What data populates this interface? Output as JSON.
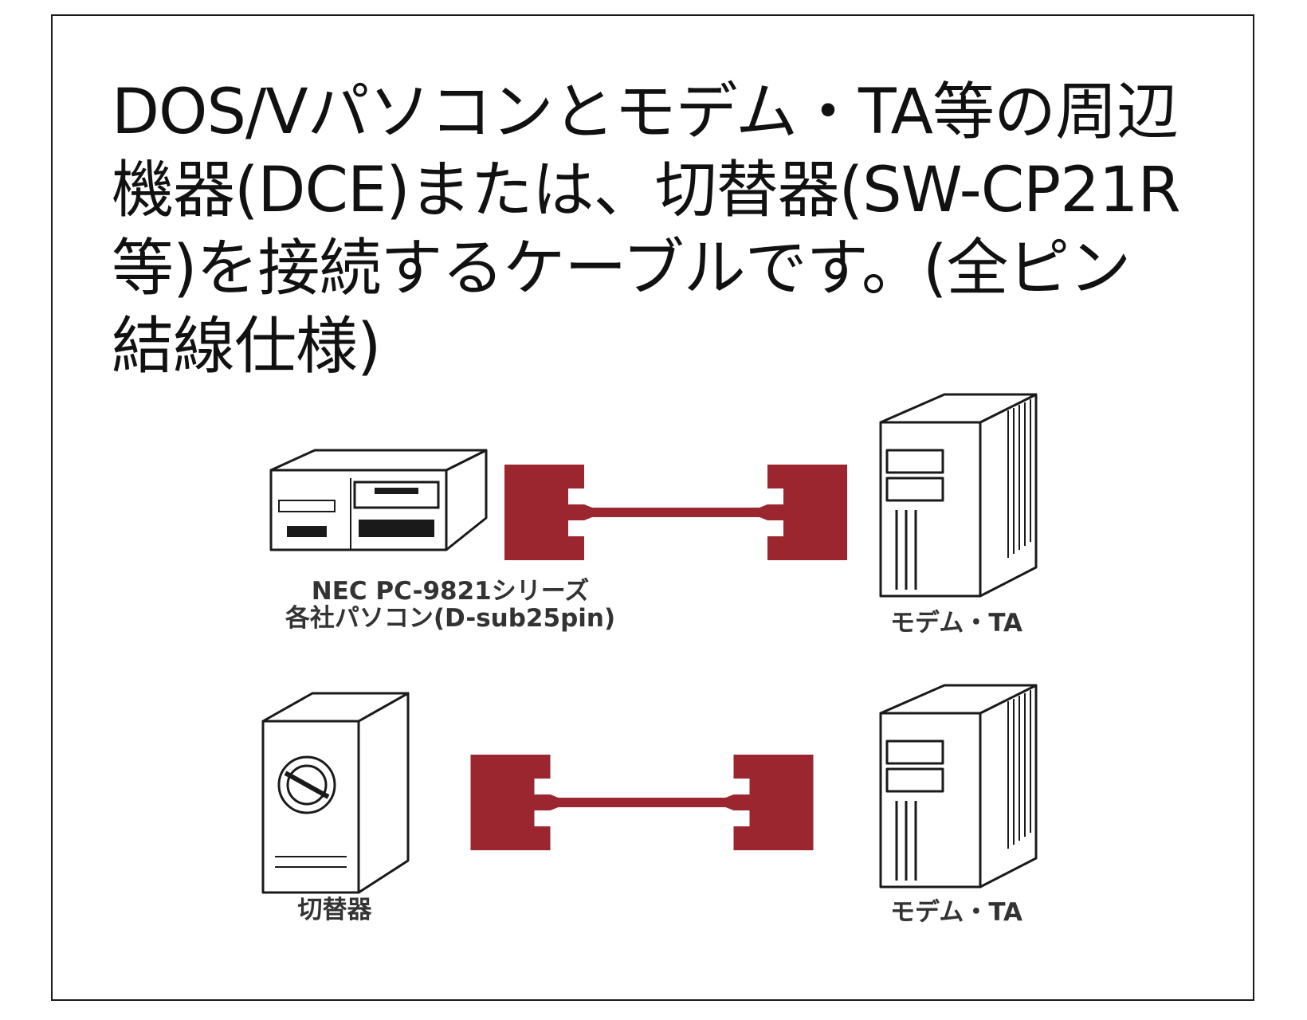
{
  "description": {
    "lines": [
      "DOS/Vパソコンとモデム・TA等の周辺",
      "機器(DCE)または、切替器(SW-CP21R",
      "等)を接続するケーブルです。(全ピン",
      "結線仕様)"
    ]
  },
  "connections": [
    {
      "left_label_lines": [
        "NEC PC-9821シリーズ",
        "各社パソコン(D-sub25pin)"
      ],
      "left_icon": "desktop-pc-icon",
      "right_label": "モデム・TA",
      "right_icon": "modem-tower-icon"
    },
    {
      "left_label_lines": [
        "切替器"
      ],
      "left_icon": "switcher-tower-icon",
      "right_label": "モデム・TA",
      "right_icon": "modem-tower-icon"
    }
  ],
  "colors": {
    "cable": "#9b2630",
    "line": "#1a1a1a",
    "frame": "#1a1a1a"
  }
}
